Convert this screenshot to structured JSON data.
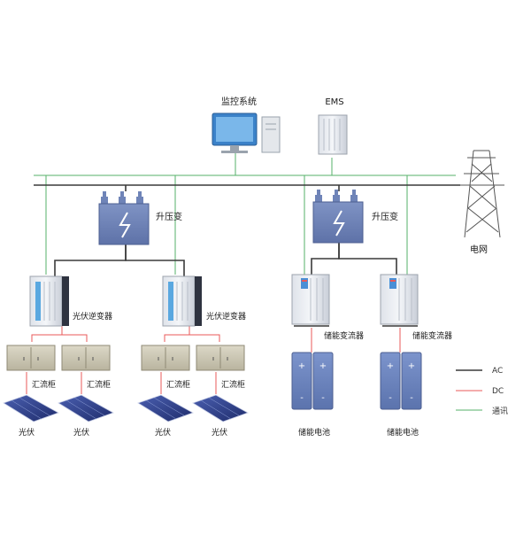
{
  "labels": {
    "monitoring": "监控系统",
    "ems": "EMS",
    "transformer": "升压变",
    "grid": "电网",
    "pv_inverter": "光伏逆变器",
    "storage_converter": "储能变流器",
    "combiner_box": "汇流柜",
    "pv_panel": "光伏",
    "battery": "储能电池"
  },
  "legend": [
    {
      "label": "AC",
      "color": "#3a3a3a"
    },
    {
      "label": "DC",
      "color": "#e85a5a"
    },
    {
      "label": "通讯",
      "color": "#55b06a"
    }
  ],
  "colors": {
    "ac": "#3a3a3a",
    "dc": "#e85a5a",
    "comm": "#55b06a",
    "transformer": "#6f84b8",
    "battery": "#6d86bf"
  }
}
